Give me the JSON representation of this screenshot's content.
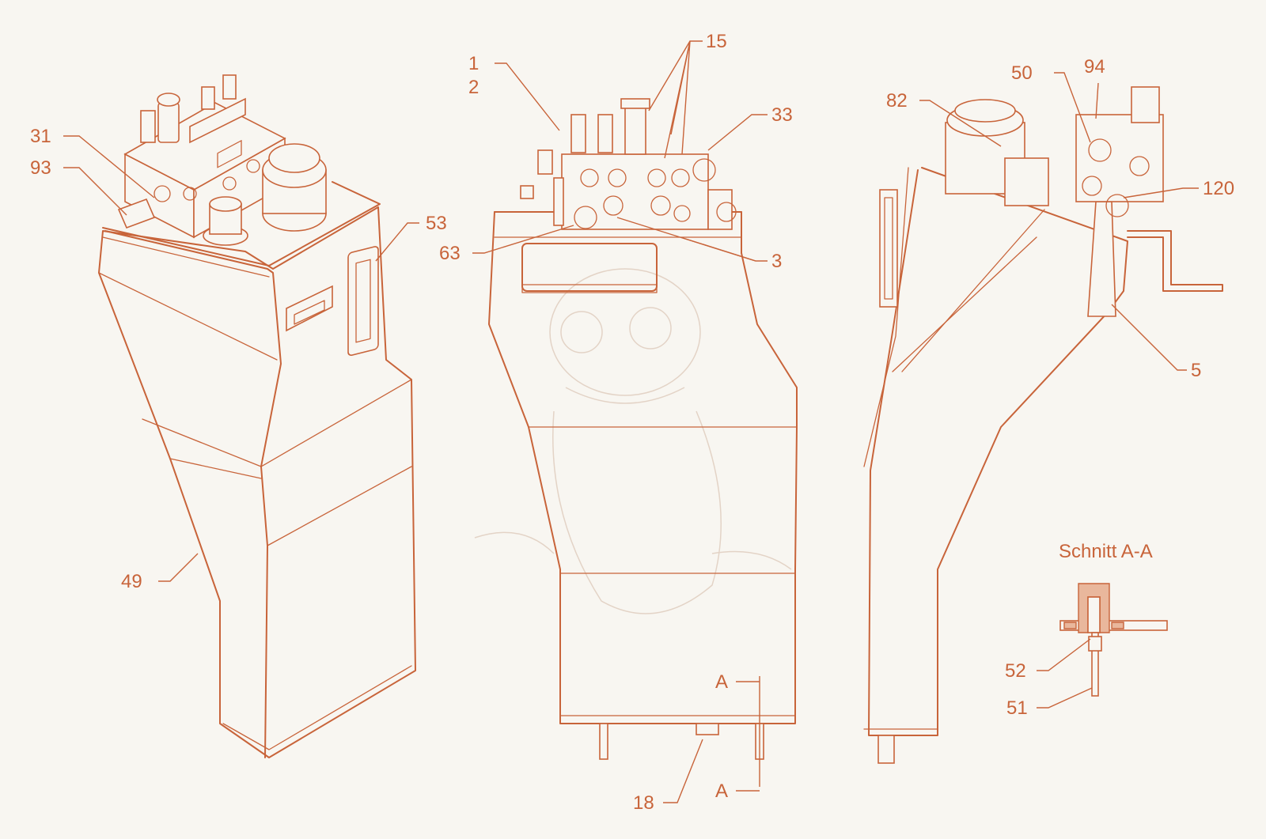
{
  "callouts": {
    "c1": "1",
    "c2": "2",
    "c3": "3",
    "c5": "5",
    "c15": "15",
    "c18": "18",
    "c31": "31",
    "c33": "33",
    "c49": "49",
    "c50": "50",
    "c51": "51",
    "c52": "52",
    "c53": "53",
    "c63": "63",
    "c82": "82",
    "c93": "93",
    "c94": "94",
    "c120": "120"
  },
  "section": {
    "title": "Schnitt A-A",
    "marker_top": "A",
    "marker_bottom": "A"
  },
  "colors": {
    "line": "#c8643a",
    "background": "#f8f6f1"
  }
}
